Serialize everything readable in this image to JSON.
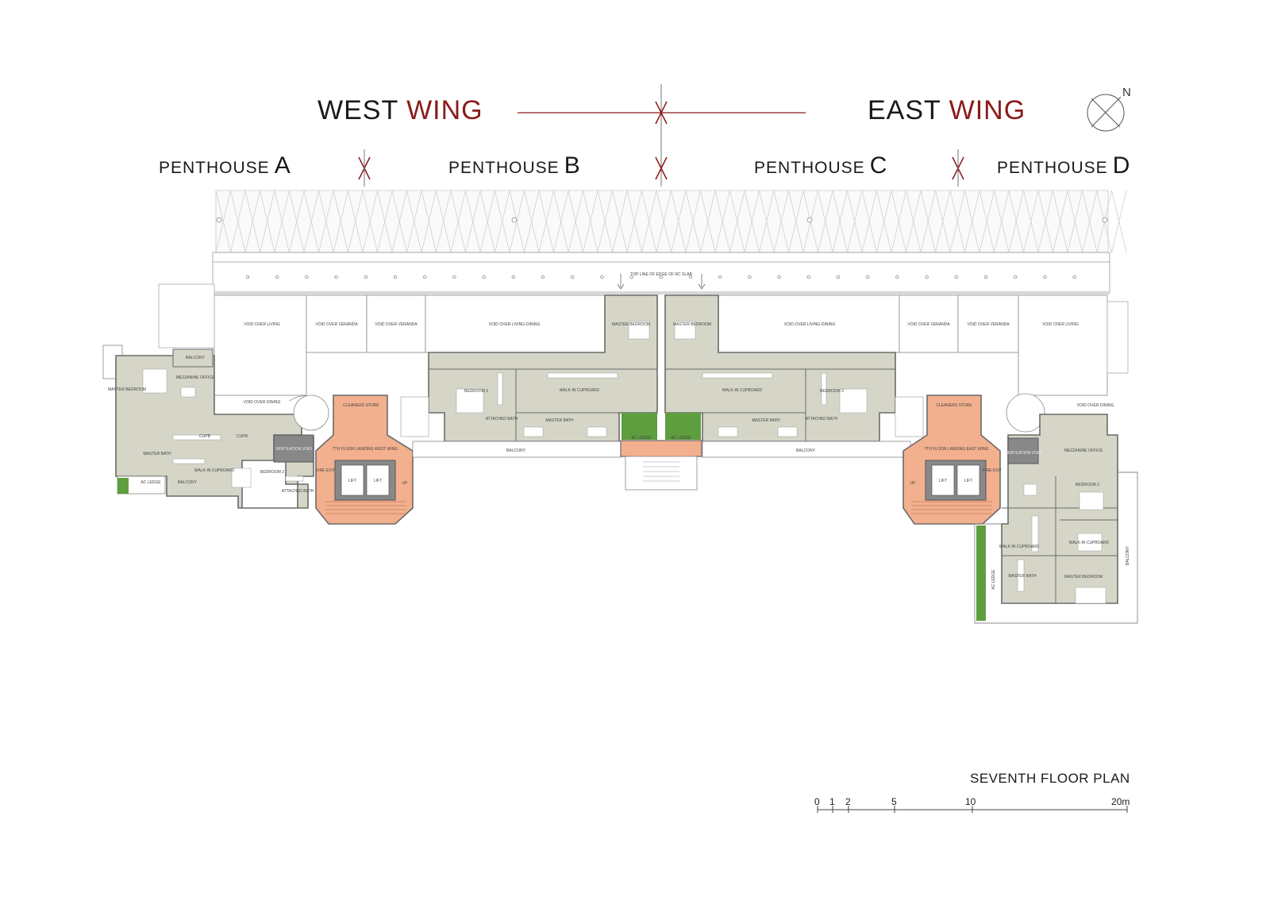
{
  "header": {
    "west_wing": {
      "word": "WEST",
      "accent": "WING"
    },
    "east_wing": {
      "word": "EAST",
      "accent": "WING"
    },
    "penthouses": [
      {
        "label": "PENTHOUSE",
        "letter": "A"
      },
      {
        "label": "PENTHOUSE",
        "letter": "B"
      },
      {
        "label": "PENTHOUSE",
        "letter": "C"
      },
      {
        "label": "PENTHOUSE",
        "letter": "D"
      }
    ],
    "north_letter": "N"
  },
  "plan_title": "SEVENTH FLOOR PLAN",
  "scale": {
    "ticks": [
      "0",
      "1",
      "2",
      "5",
      "10",
      "20m"
    ]
  },
  "room_labels": {
    "top_line": "TOP LINE OF EDGE OF RC SLAB",
    "void_living": "VOID OVER LIVING",
    "void_veranda": "VOID OVER VERANDA",
    "void_living_dining": "VOID OVER LIVING-DINING",
    "void_dining": "VOID OVER DINING",
    "master_bedroom": "MASTER BEDROOM",
    "walk_in_cupboard": "WALK-IN CUPBOARD",
    "master_bath": "MASTER BATH",
    "bedroom_2": "BEDROOM 2",
    "attached_bath": "ATTACHED BATH",
    "balcony": "BALCONY",
    "mezzanine_office": "MEZZANINE OFFICE",
    "ventilation_void": "VENTILATION VOID",
    "ac_ledge": "AC LEDGE",
    "cleaners_store": "CLEANERS STORE",
    "landing_west": "7TH FLOOR LANDING WEST WING",
    "landing_east": "7TH FLOOR LANDING EAST WING",
    "lift": "LIFT",
    "fire_exit": "FIRE EXIT",
    "up": "UP",
    "cupb": "CUPB"
  },
  "colors": {
    "accent": "#8b1a1a",
    "room_fill": "#d6d6c8",
    "core_fill": "#f2b08e",
    "green": "#5f9e3e",
    "wall": "#6a6a6a"
  }
}
